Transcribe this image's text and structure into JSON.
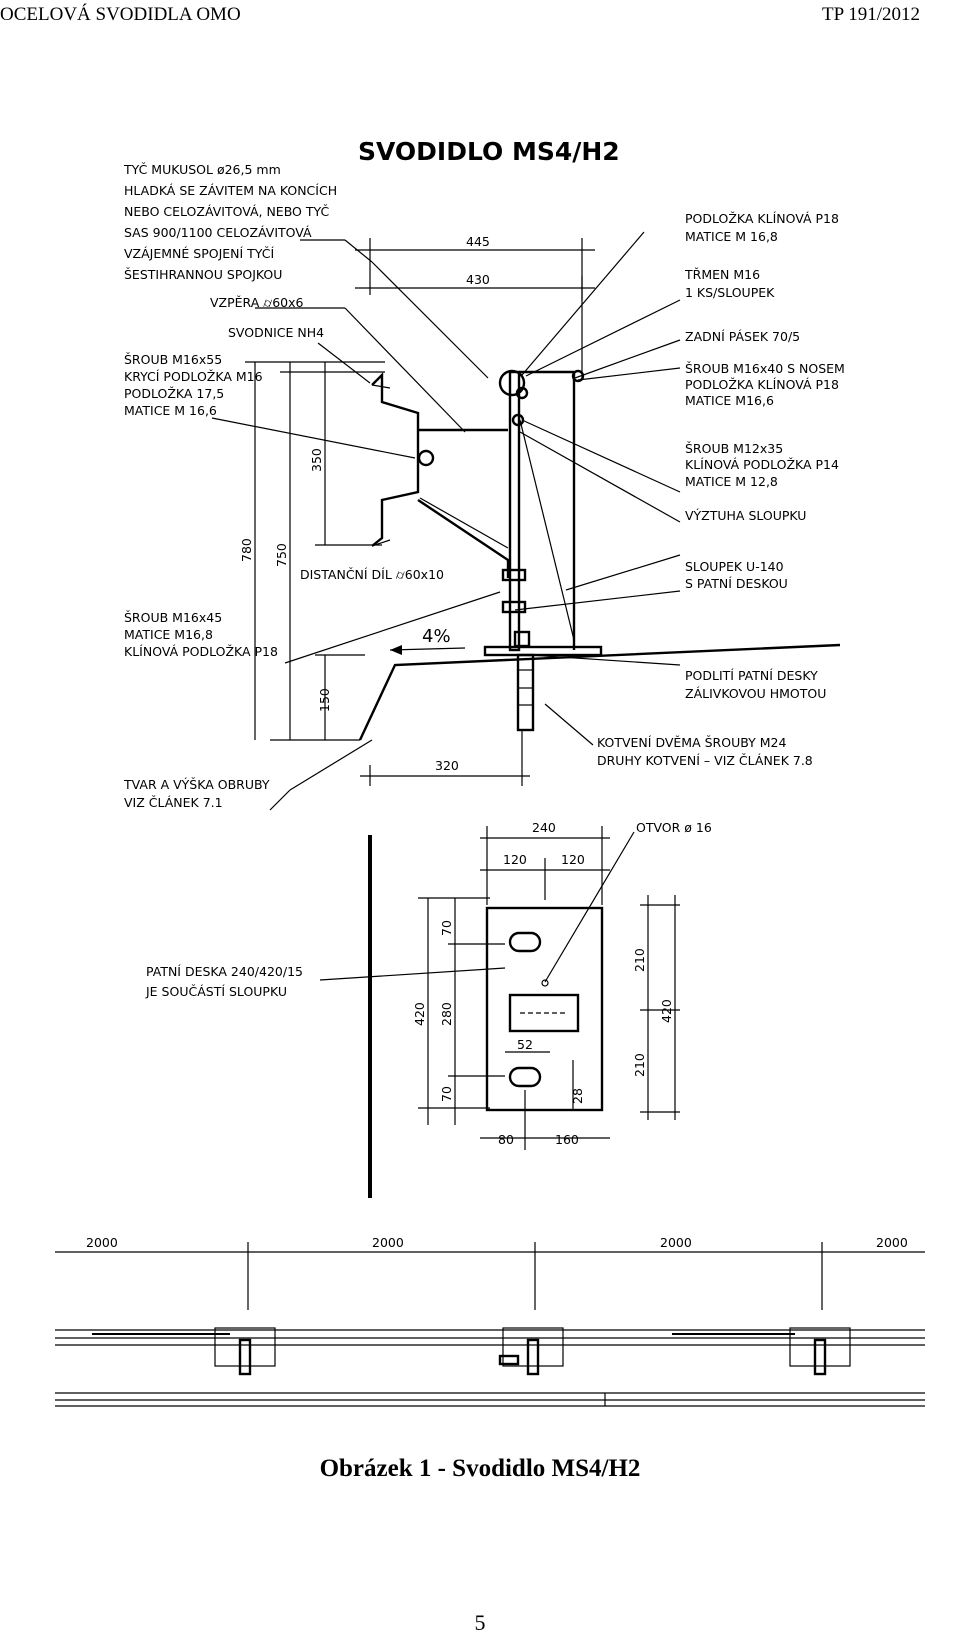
{
  "header": {
    "left": "OCELOVÁ SVODIDLA OMO",
    "right": "TP 191/2012"
  },
  "drawing": {
    "title": "SVODIDLO MS4/H2",
    "left_labels": {
      "tyc": [
        "TYČ MUKUSOL ø26,5 mm",
        "HLADKÁ SE ZÁVITEM NA KONCÍCH",
        "NEBO CELOZÁVITOVÁ, NEBO TYČ",
        "SAS 900/1100 CELOZÁVITOVÁ",
        "VZÁJEMNÉ SPOJENÍ TYČÍ",
        "ŠESTIHRANNOU SPOJKOU"
      ],
      "vzpera": "VZPĚRA ⌭60x6",
      "svodnice": "SVODNICE NH4",
      "sroub_m16x55": [
        "ŠROUB M16x55",
        "KRYCÍ PODLOŽKA M16",
        "PODLOŽKA 17,5",
        "MATICE M 16,6"
      ],
      "distancni": "DISTANČNÍ DÍL ⌭60x10",
      "sroub_m16x45": [
        "ŠROUB M16x45",
        "MATICE M16,8",
        "KLÍNOVÁ PODLOŽKA P18"
      ],
      "tvar": [
        "TVAR A VÝŠKA OBRUBY",
        "VIZ ČLÁNEK 7.1"
      ],
      "patni_deska": [
        "PATNÍ DESKA 240/420/15",
        "JE SOUČÁSTÍ SLOUPKU"
      ]
    },
    "right_labels": {
      "podlozka": [
        "PODLOŽKA KLÍNOVÁ P18",
        "MATICE M 16,8"
      ],
      "trmen": [
        "TŘMEN M16",
        "1 KS/SLOUPEK"
      ],
      "zadni_pasek": "ZADNÍ PÁSEK 70/5",
      "sroub_m16x40": [
        "ŠROUB M16x40 S NOSEM",
        "PODLOŽKA KLÍNOVÁ P18",
        "MATICE M16,6"
      ],
      "sroub_m12x35": [
        "ŠROUB M12x35",
        "KLÍNOVÁ PODLOŽKA P14",
        "MATICE M 12,8"
      ],
      "vyztuha": "VÝZTUHA SLOUPKU",
      "sloupek": [
        "SLOUPEK U-140",
        "S PATNÍ DESKOU"
      ],
      "podliti": [
        "PODLITÍ PATNÍ DESKY",
        "ZÁLIVKOVOU HMOTOU"
      ],
      "kotveni": [
        "KOTVENÍ DVĚMA ŠROUBY M24",
        "DRUHY KOTVENÍ – VIZ ČLÁNEK 7.8"
      ],
      "otvor": "OTVOR ø 16"
    },
    "dimensions": {
      "d445": "445",
      "d430": "430",
      "d350": "350",
      "d780": "780",
      "d750": "750",
      "d150": "150",
      "d320": "320",
      "slope": "4%",
      "d240": "240",
      "d120a": "120",
      "d120b": "120",
      "d70a": "70",
      "d420a": "420",
      "d280": "280",
      "d70b": "70",
      "d52": "52",
      "d28": "28",
      "d80": "80",
      "d160": "160",
      "d210a": "210",
      "d210b": "210",
      "d420b": "420"
    },
    "spacing": [
      "2000",
      "2000",
      "2000",
      "2000"
    ]
  },
  "caption": "Obrázek 1 - Svodidlo MS4/H2",
  "page_number": "5"
}
